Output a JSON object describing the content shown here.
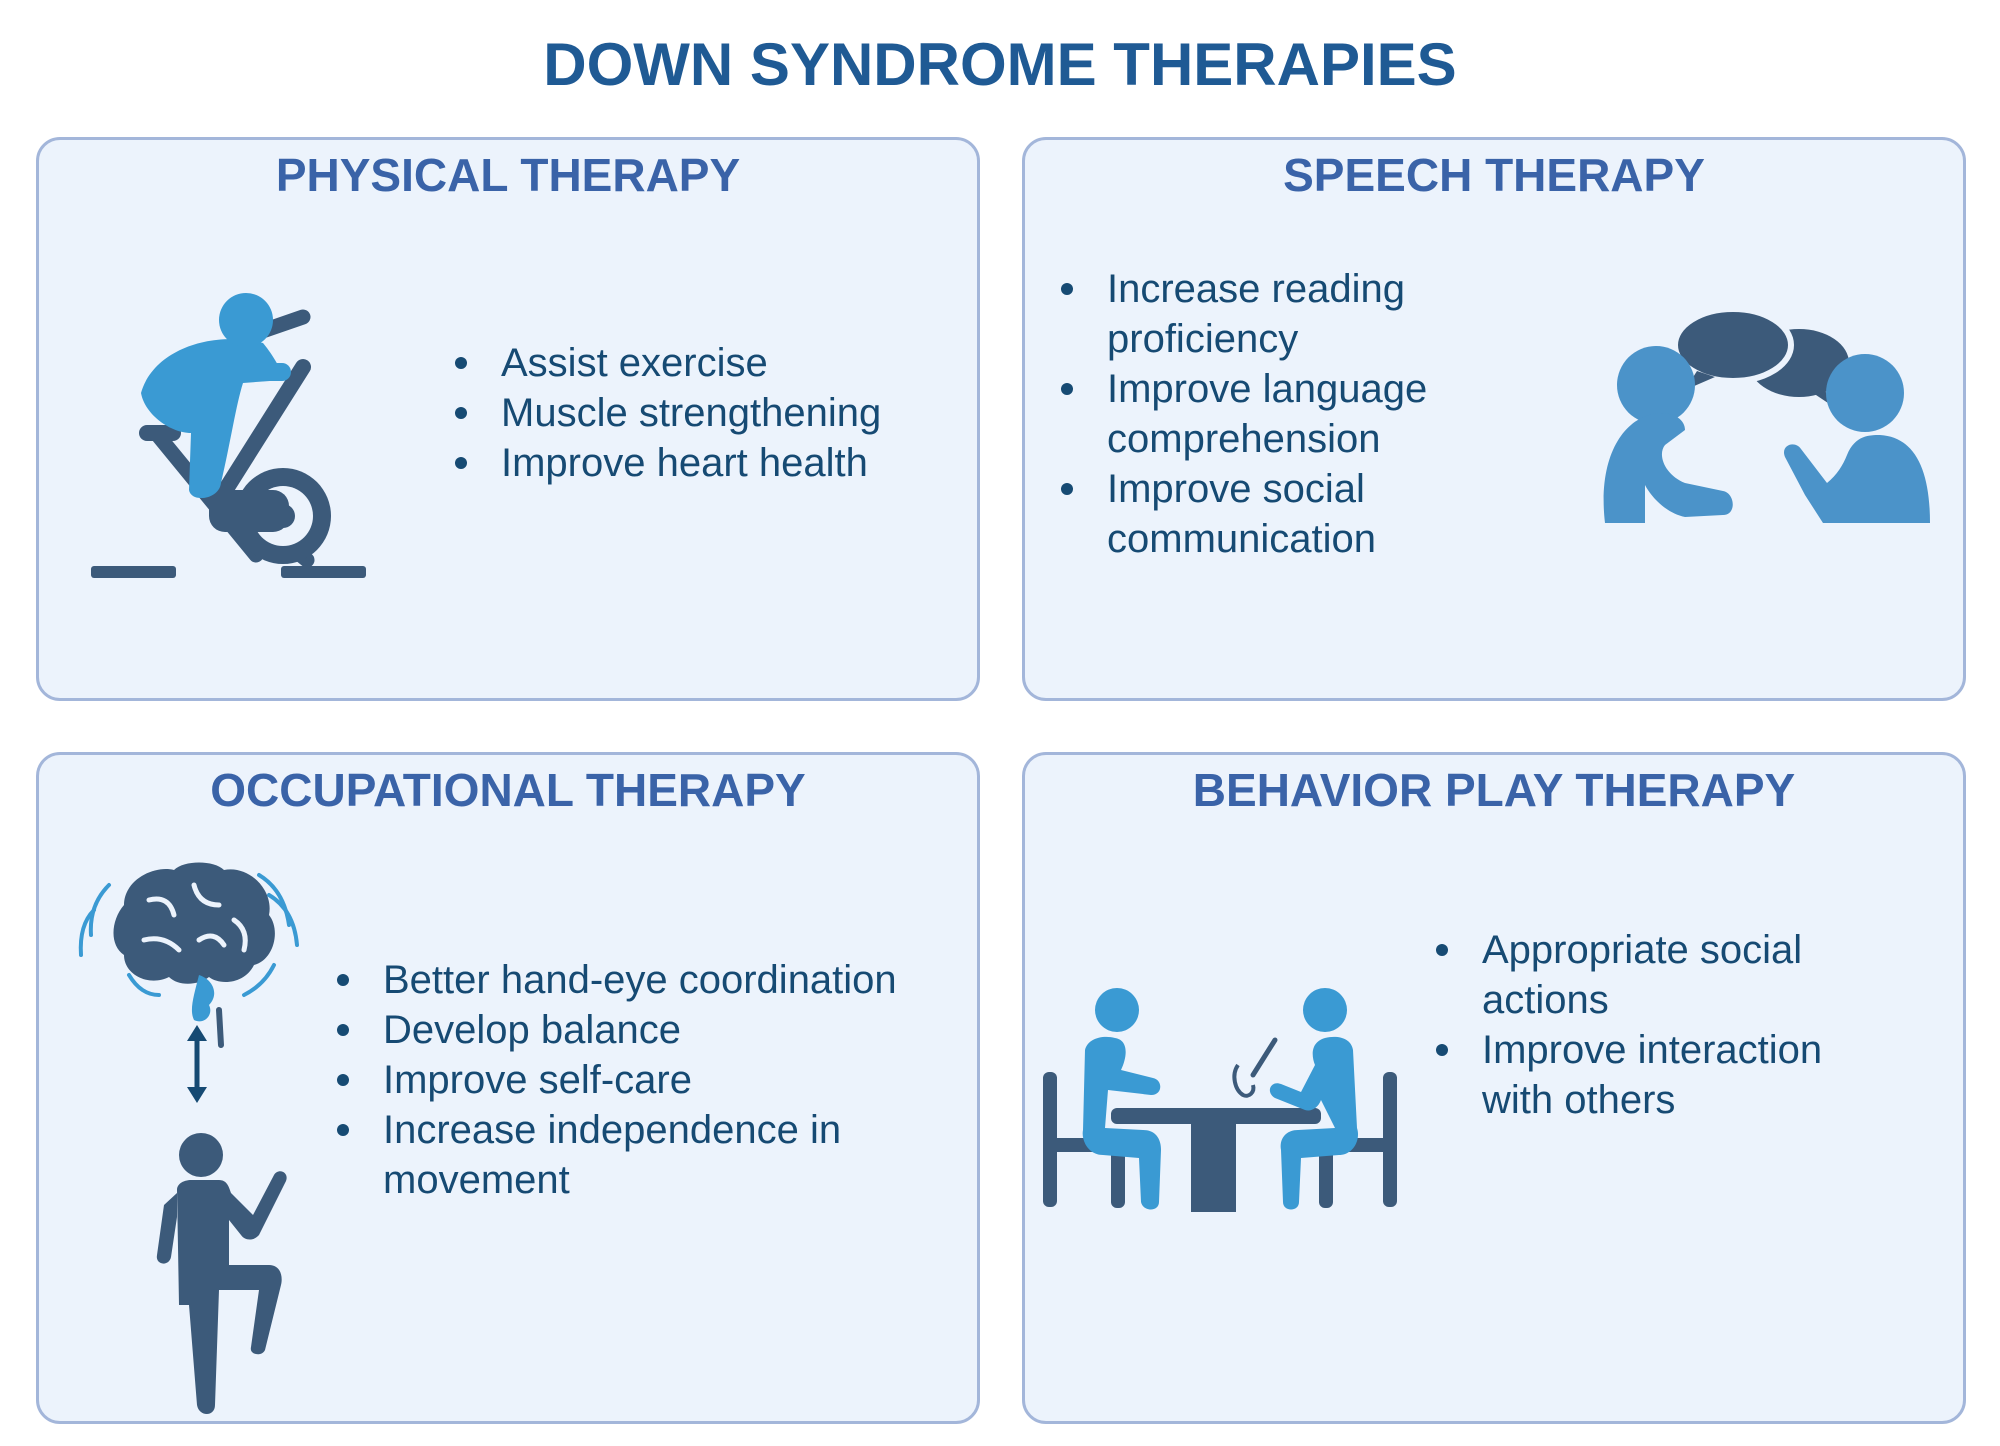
{
  "title": "DOWN SYNDROME THERAPIES",
  "colors": {
    "title": "#1f5a94",
    "panel_title": "#3a63a8",
    "panel_bg": "#ecf3fc",
    "panel_border": "#a3b6da",
    "text": "#164a73",
    "icon_light": "#3a9ad3",
    "icon_dark": "#3c5a7a"
  },
  "panels": {
    "physical": {
      "title": "PHYSICAL THERAPY",
      "icon": "exercise-bike-icon",
      "bullets": [
        "Assist exercise",
        "Muscle strengthening",
        "Improve heart health"
      ]
    },
    "speech": {
      "title": "SPEECH THERAPY",
      "icon": "conversation-icon",
      "bullets": [
        "Increase reading proficiency",
        "Improve language comprehension",
        "Improve social communication"
      ]
    },
    "occupational": {
      "title": "OCCUPATIONAL THERAPY",
      "icon": "brain-body-icon",
      "bullets": [
        "Better hand-eye coordination",
        "Develop balance",
        "Improve self-care",
        "Increase independence in movement"
      ]
    },
    "behavior": {
      "title": "BEHAVIOR PLAY THERAPY",
      "icon": "therapy-session-icon",
      "bullets": [
        "Appropriate social actions",
        "Improve interaction with others"
      ]
    }
  }
}
